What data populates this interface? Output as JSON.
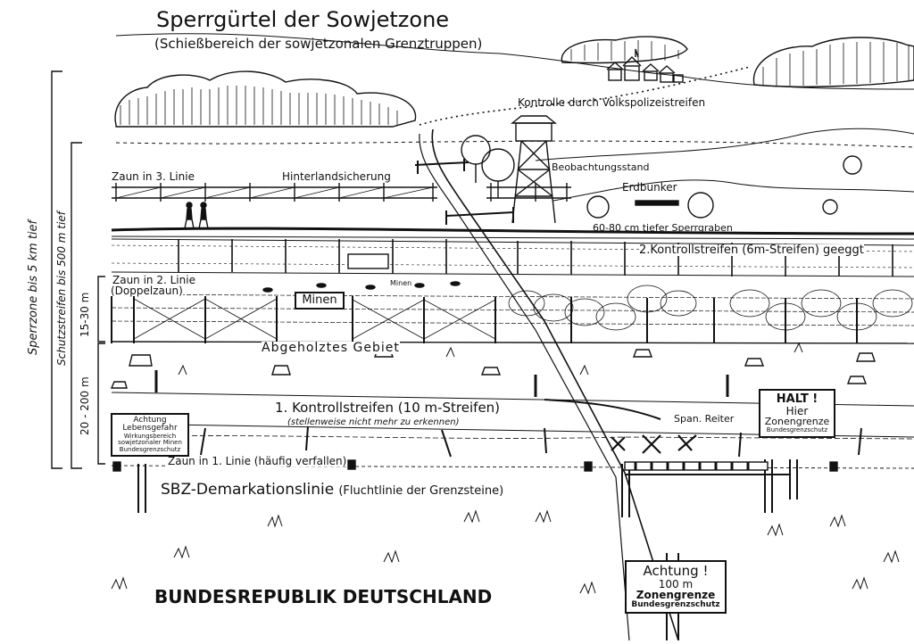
{
  "title": "Sperrgürtel der Sowjetzone",
  "subtitle": "(Schießbereich der sowjetzonalen Grenztruppen)",
  "labels": {
    "kontrolle": "Kontrolle durch Volkspolizeistreifen",
    "beobachtung": "Beobachtungsstand",
    "erdbunker": "Erdbunker",
    "zaun3": "Zaun in 3. Linie",
    "hinterland": "Hinterlandsicherung",
    "sperrgraben": "60-80 cm tiefer Sperrgraben",
    "kontroll2": "2.Kontrollstreifen (6m-Streifen) geeggt",
    "zaun2": "Zaun in 2. Linie",
    "doppelzaun": "(Doppelzaun)",
    "minen_sign": "Minen",
    "minen_small": "Minen",
    "abgeholzt": "Abgeholztes Gebiet",
    "kontroll1": "1. Kontrollstreifen (10 m-Streifen)",
    "kontroll1_note": "(stellenweise nicht mehr zu erkennen)",
    "spanreiter": "Span. Reiter",
    "zaun1": "Zaun in 1. Linie (häufig verfallen)",
    "sbz": "SBZ-Demarkationslinie",
    "sbz_note": "(Fluchtlinie der Grenzsteine)",
    "brd": "BUNDESREPUBLIK DEUTSCHLAND"
  },
  "signs": {
    "achtung_left": [
      "Achtung",
      "Lebensgefahr",
      "Wirkungsbereich",
      "sowjetzonaler Minen",
      "Bundesgrenzschutz"
    ],
    "halt": [
      "HALT !",
      "Hier",
      "Zonengrenze",
      "Bundesgrenzschutz"
    ],
    "achtung_bottom": [
      "Achtung !",
      "100 m",
      "Zonengrenze",
      "Bundesgrenzschutz"
    ]
  },
  "side": {
    "sperrzone": "Sperrzone bis 5 km tief",
    "schutzstreifen": "Schutzstreifen bis 500 m tief",
    "w1530": "15-30 m",
    "w20200": "20 - 200 m"
  }
}
